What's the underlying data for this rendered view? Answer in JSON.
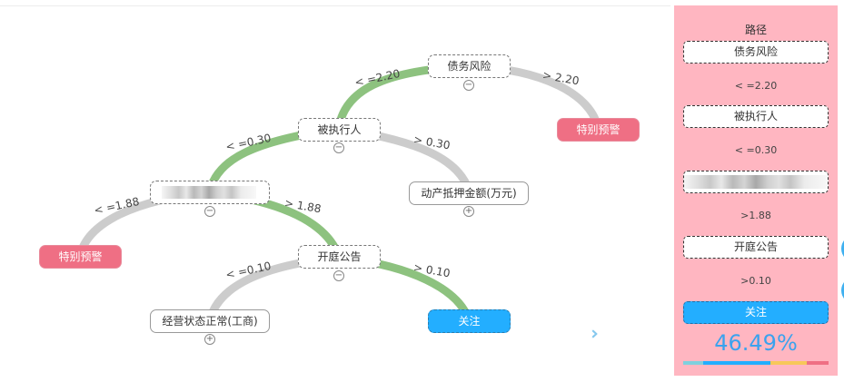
{
  "tree": {
    "nodes": {
      "root": {
        "label": "债务风险"
      },
      "n_exec": {
        "label": "被执行人"
      },
      "leaf_warn_top": {
        "label": "特别预警"
      },
      "n_blur": {
        "label": ""
      },
      "n_movable": {
        "label": "动产抵押金额(万元)"
      },
      "leaf_warn_left": {
        "label": "特别预警"
      },
      "n_court": {
        "label": "开庭公告"
      },
      "n_status": {
        "label": "经营状态正常(工商)"
      },
      "leaf_focus": {
        "label": "关注"
      }
    },
    "edges": {
      "root_left": "< =2.20",
      "root_right": "> 2.20",
      "exec_left": "< =0.30",
      "exec_right": "> 0.30",
      "blur_left": "< =1.88",
      "blur_right": "> 1.88",
      "court_left": "< =0.10",
      "court_right": "> 0.10"
    },
    "colors": {
      "active_edge": "#8dc27f",
      "inactive_edge": "#cccccc",
      "warning_leaf": "#ef6f84",
      "focus_leaf": "#23aeff"
    },
    "icons": {
      "collapse": "minus-circle-icon",
      "expand": "plus-circle-icon",
      "expand_panel": "double-chevron-right-icon"
    }
  },
  "path_panel": {
    "title": "路径",
    "steps": [
      {
        "label": "债务风险",
        "cond": "< =2.20"
      },
      {
        "label": "被执行人",
        "cond": "< =0.30"
      },
      {
        "label": "",
        "cond": ">1.88"
      },
      {
        "label": "开庭公告",
        "cond": ">0.10"
      }
    ],
    "result": "关注",
    "percent": "46.49%",
    "bar_colors": [
      "#7fd0de",
      "#23aeff",
      "#f7c85a",
      "#ef6f84"
    ],
    "background": "#ffb6c1"
  }
}
